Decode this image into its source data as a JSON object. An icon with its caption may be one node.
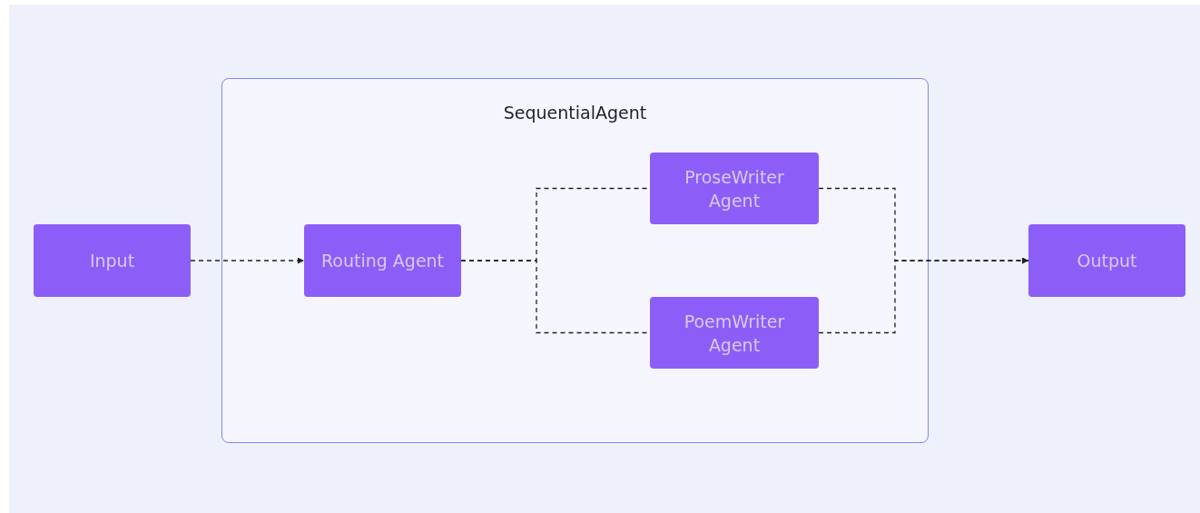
{
  "diagram": {
    "nodes": [
      {
        "text": [
          "Input"
        ]
      },
      {
        "text": [
          "SequentialAgent"
        ]
      },
      {
        "text": [
          "Routing Agent"
        ],
        "in": 1
      },
      {
        "text": [
          "ProseWriter Agent"
        ],
        "in": 1
      },
      {
        "text": [
          "PoemWriter Agent"
        ],
        "in": 1
      },
      {
        "text": [
          "Output"
        ]
      }
    ],
    "edges": [
      {
        "from": 0,
        "to": 2,
        "arrow": "to",
        "style": "dashed"
      },
      {
        "from": 2,
        "to": 3,
        "arrow": "none",
        "style": "dashed"
      },
      {
        "from": 2,
        "to": 4,
        "arrow": "none",
        "style": "dashed"
      },
      {
        "from": 3,
        "to": 5,
        "arrow": "to",
        "style": "dashed"
      },
      {
        "from": 4,
        "to": 5,
        "arrow": "to",
        "style": "dashed"
      }
    ]
  }
}
